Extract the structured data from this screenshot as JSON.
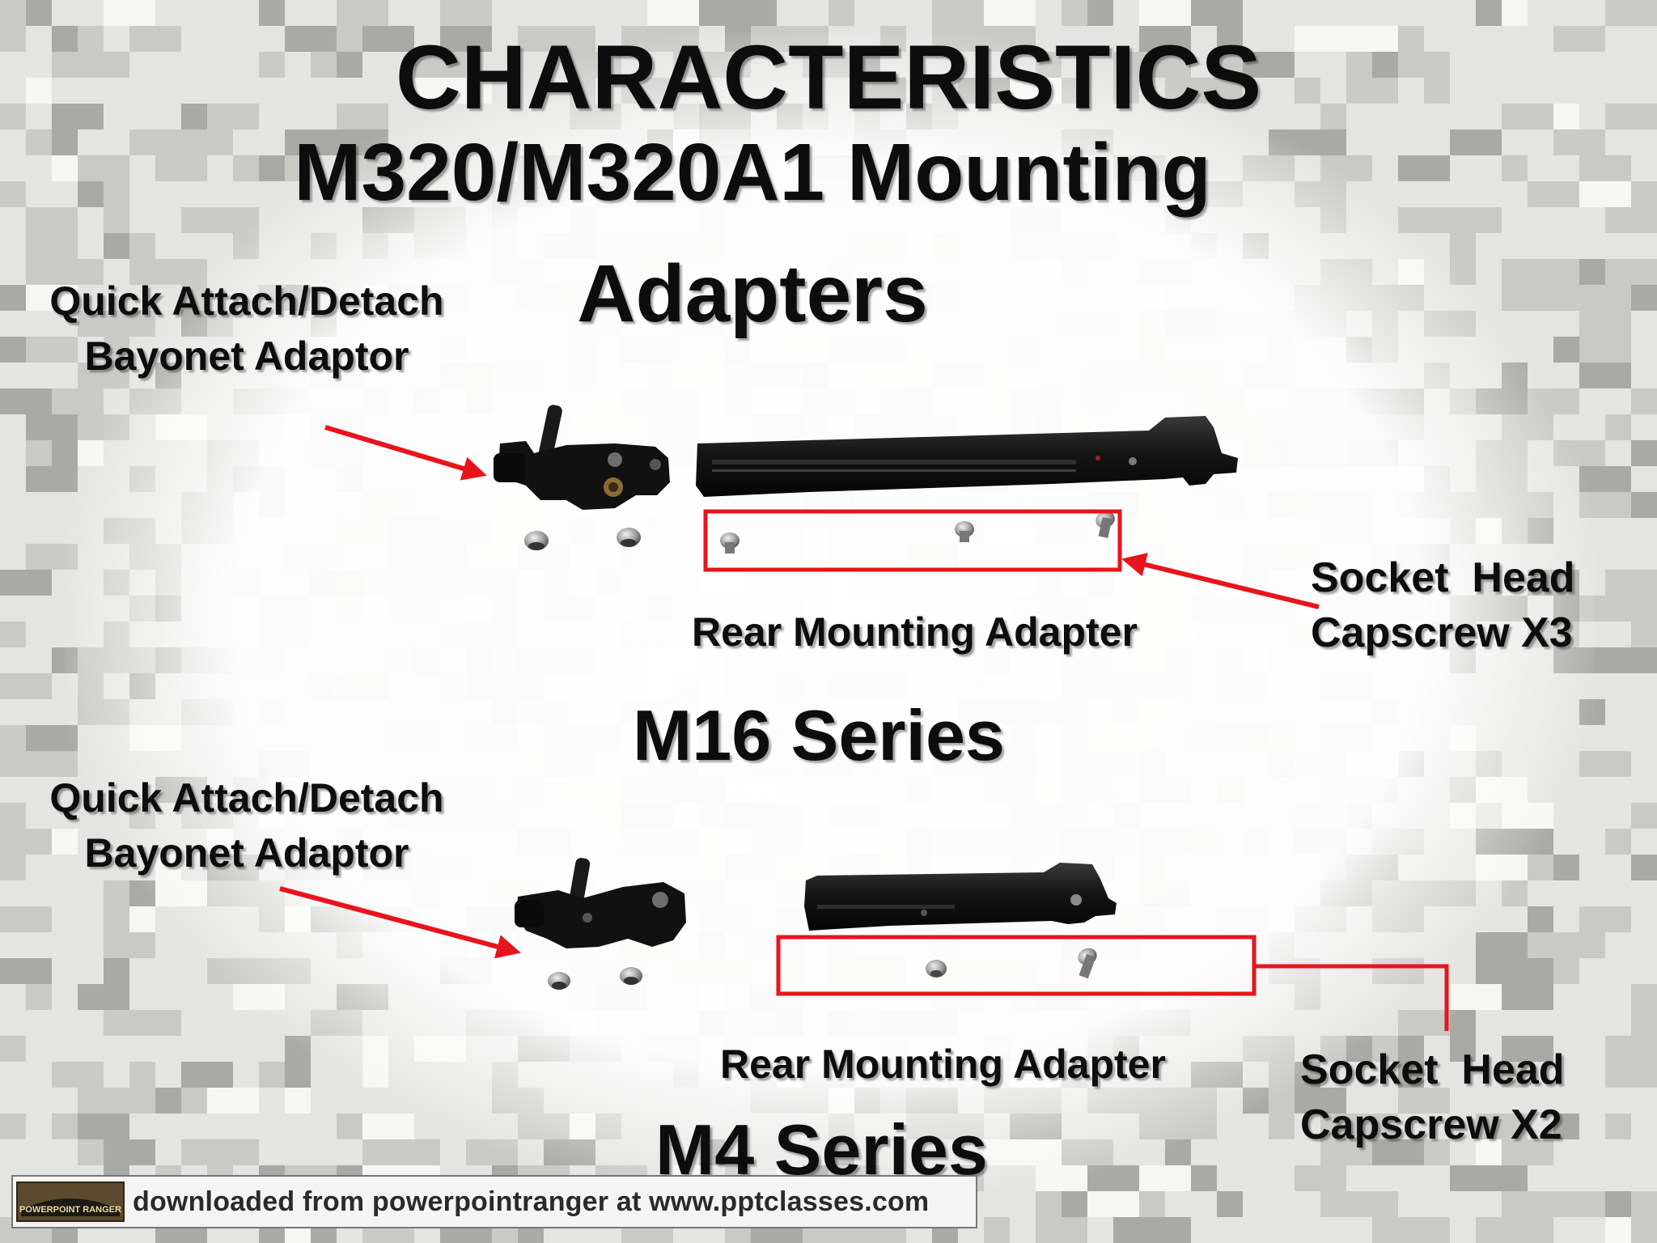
{
  "slide": {
    "title_line1": "CHARACTERISTICS",
    "title_line2": "M320/M320A1 Mounting",
    "title_line3": "Adapters"
  },
  "m16": {
    "bayonet_label_line1": "Quick Attach/Detach",
    "bayonet_label_line2": "Bayonet Adaptor",
    "rear_adapter_label": "Rear Mounting Adapter",
    "capscrew_label_line1": "Socket  Head",
    "capscrew_label_line2": "Capscrew X3",
    "series_label": "M16 Series"
  },
  "m4": {
    "bayonet_label_line1": "Quick Attach/Detach",
    "bayonet_label_line2": "Bayonet Adaptor",
    "rear_adapter_label": "Rear Mounting Adapter",
    "capscrew_label_line1": "Socket  Head",
    "capscrew_label_line2": "Capscrew X2",
    "series_label": "M4 Series"
  },
  "footer": {
    "logo_text": "POWERPOINT RANGER",
    "text": "downloaded from powerpointranger at www.pptclasses.com"
  },
  "colors": {
    "callout_red": "#e8141c",
    "text": "#0d0d0d",
    "camo_light": "#e4e4e2",
    "camo_mid": "#c9c9c6",
    "camo_dark": "#a9a9a5"
  },
  "icons": {
    "bayonet_adaptor": "bayonet-adaptor-icon",
    "rear_mounting_adapter": "rear-mounting-adapter-icon",
    "capscrew": "capscrew-icon"
  }
}
